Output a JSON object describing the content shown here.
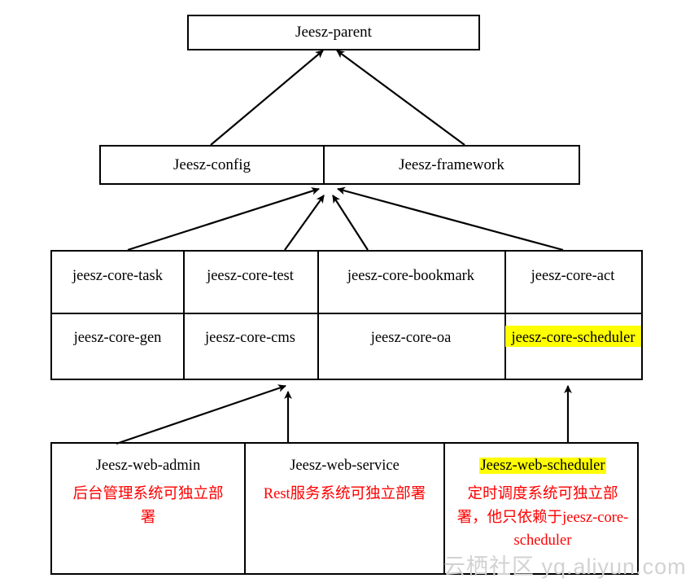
{
  "diagram": {
    "title_node": {
      "label": "Jeesz-parent"
    },
    "mid_row": [
      {
        "label": "Jeesz-config"
      },
      {
        "label": "Jeesz-framework"
      }
    ],
    "core_grid": {
      "row1": [
        {
          "label": "jeesz-core-task",
          "highlight": false
        },
        {
          "label": "jeesz-core-test",
          "highlight": false
        },
        {
          "label": "jeesz-core-bookmark",
          "highlight": false
        },
        {
          "label": "jeesz-core-act",
          "highlight": false
        }
      ],
      "row2": [
        {
          "label": "jeesz-core-gen",
          "highlight": false
        },
        {
          "label": "jeesz-core-cms",
          "highlight": false
        },
        {
          "label": "jeesz-core-oa",
          "highlight": false
        },
        {
          "label": "jeesz-core-scheduler",
          "highlight": true
        }
      ]
    },
    "web_row": [
      {
        "title": "Jeesz-web-admin",
        "title_highlight": false,
        "desc": "后台管理系统可独立部署"
      },
      {
        "title": "Jeesz-web-service",
        "title_highlight": false,
        "desc": "Rest服务系统可独立部署"
      },
      {
        "title": "Jeesz-web-scheduler",
        "title_highlight": true,
        "desc": "定时调度系统可独立部署，他只依赖于jeesz-core-scheduler"
      }
    ],
    "colors": {
      "highlight": "#ffff00",
      "description_text": "#ff0000",
      "line": "#000000",
      "watermark": "#d2d2d2"
    },
    "watermark": "云栖社区 yq.aliyun.com"
  }
}
